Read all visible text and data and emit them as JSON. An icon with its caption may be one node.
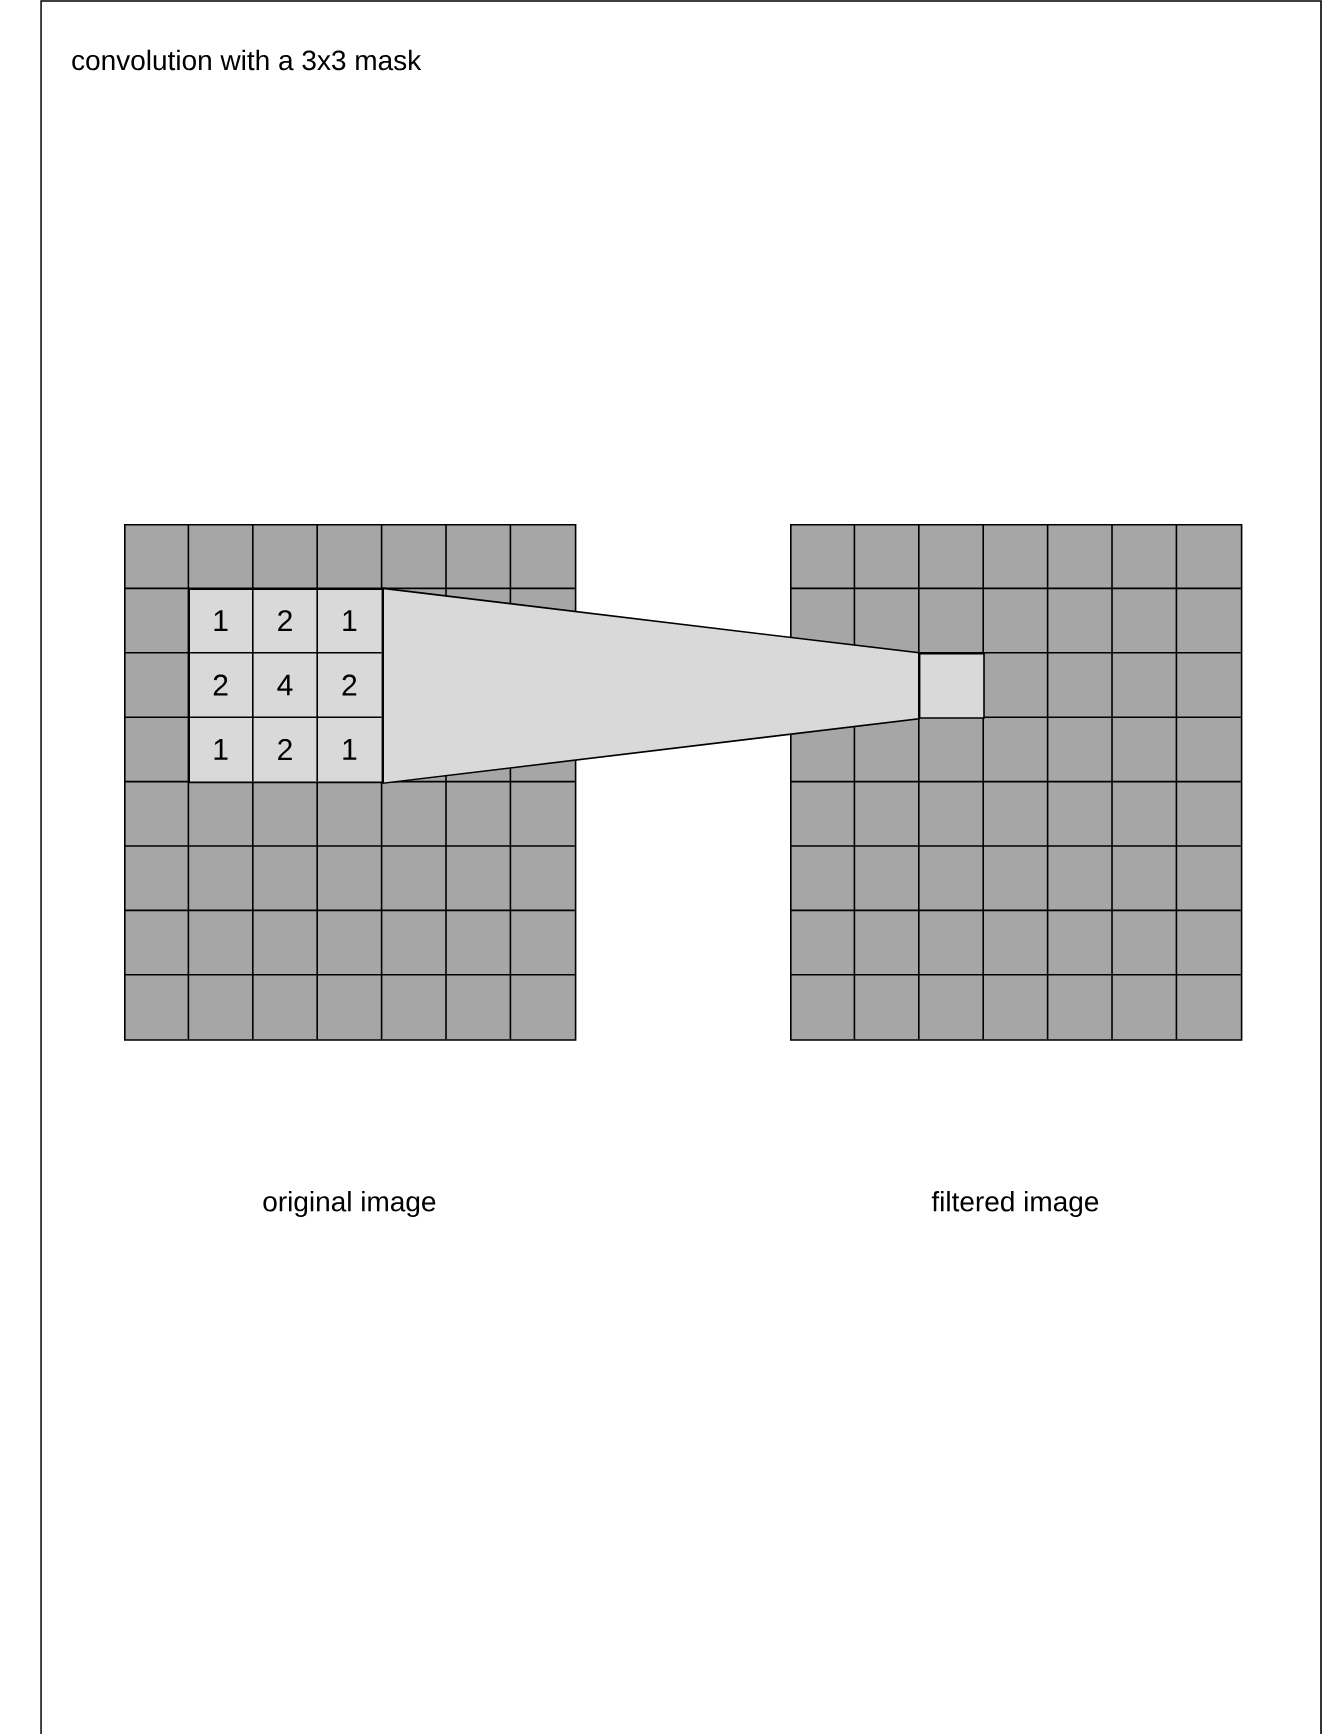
{
  "diagram": {
    "title": "convolution with a 3x3 mask",
    "nodes": [
      {
        "text": [],
        "shape": "box"
      },
      {
        "text": [
          "1",
          "2",
          "1",
          "2",
          "4",
          "2",
          "1",
          "2",
          "1"
        ],
        "in": 0
      },
      {
        "text": [],
        "shape": "box"
      },
      {
        "text": [],
        "shape": "box",
        "in": 2
      }
    ],
    "edges": [
      {
        "from": 1,
        "to": 3,
        "arrow": "none"
      }
    ],
    "labels": [
      "original image",
      "filtered image"
    ]
  }
}
